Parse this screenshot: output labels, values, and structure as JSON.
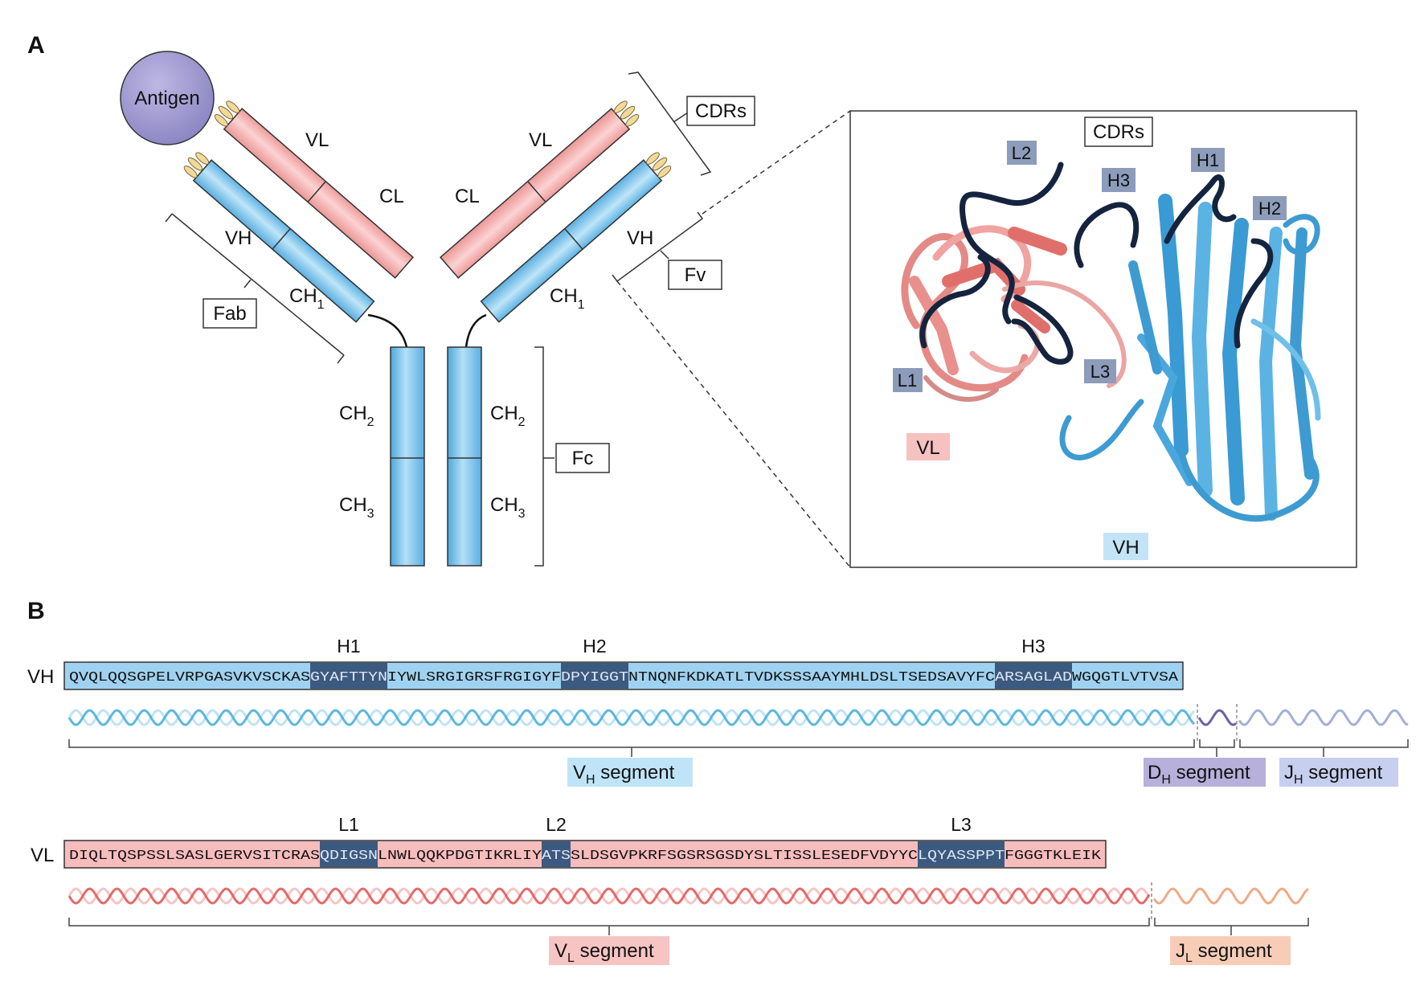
{
  "panels": {
    "a": "A",
    "b": "B"
  },
  "antibody": {
    "antigen": "Antigen",
    "vl_left": "VL",
    "cl_left": "CL",
    "vh_left": "VH",
    "ch1_left_main": "CH",
    "ch1_left_sub": "1",
    "vl_right": "VL",
    "cl_right": "CL",
    "vh_right": "VH",
    "ch1_right_main": "CH",
    "ch1_right_sub": "1",
    "ch2_left_main": "CH",
    "ch2_left_sub": "2",
    "ch3_left_main": "CH",
    "ch3_left_sub": "3",
    "ch2_right_main": "CH",
    "ch2_right_sub": "2",
    "ch3_right_main": "CH",
    "ch3_right_sub": "3",
    "fab": "Fab",
    "fc": "Fc",
    "fv": "Fv",
    "cdrs_outer": "CDRs"
  },
  "structure": {
    "cdrs": "CDRs",
    "labels": {
      "L1": "L1",
      "L2": "L2",
      "L3": "L3",
      "H1": "H1",
      "H2": "H2",
      "H3": "H3"
    },
    "vl": "VL",
    "vh": "VH"
  },
  "sequences": {
    "vh": {
      "chain_label": "VH",
      "parts": [
        {
          "text": "QVQLQQSGPELVRPGASVKVSCKAS",
          "cdr": false
        },
        {
          "text": "GYAFTTYN",
          "cdr": true
        },
        {
          "text": "IYWLSRGIGRSFRGIGYF",
          "cdr": false
        },
        {
          "text": "DPYIGGT",
          "cdr": true
        },
        {
          "text": "NTNQNFKDKATLTVDKSSSAAYMHLDSLTSEDSAVYFC",
          "cdr": false
        },
        {
          "text": "ARSAGLAD",
          "cdr": true
        },
        {
          "text": "WGQGTLVTVSA",
          "cdr": false
        }
      ],
      "cdr_labels": [
        "H1",
        "H2",
        "H3"
      ],
      "segments": {
        "v": {
          "main": "V",
          "sub": "H",
          "rest": " segment"
        },
        "d": {
          "main": "D",
          "sub": "H",
          "rest": " segment"
        },
        "j": {
          "main": "J",
          "sub": "H",
          "rest": " segment"
        }
      }
    },
    "vl": {
      "chain_label": "VL",
      "parts": [
        {
          "text": "DIQLTQSPSSLSASLGERVSITCRAS",
          "cdr": false
        },
        {
          "text": "QDIGSN",
          "cdr": true
        },
        {
          "text": "LNWLQQKPDGTIKRLIY",
          "cdr": false
        },
        {
          "text": "ATS",
          "cdr": true
        },
        {
          "text": "SLDSGVPKRFSGSRSGSDYSLTISSLESEDFVDYYC",
          "cdr": false
        },
        {
          "text": "LQYASSPPT",
          "cdr": true
        },
        {
          "text": "FGGGTKLEIK",
          "cdr": false
        }
      ],
      "cdr_labels": [
        "L1",
        "L2",
        "L3"
      ],
      "segments": {
        "v": {
          "main": "V",
          "sub": "L",
          "rest": " segment"
        },
        "j": {
          "main": "J",
          "sub": "L",
          "rest": " segment"
        }
      }
    }
  },
  "colors": {
    "heavy": "#8ec8ea",
    "heavy_dark": "#4a9fd3",
    "light": "#f2a6a6",
    "light_dark": "#e06464",
    "antigen": "#9d97cc",
    "cdr_box": "#3c5a80",
    "vh_seq_bg": "#9fd2f0",
    "vl_seq_bg": "#f7bcbc",
    "vseg_h_bg": "#bfe4f7",
    "dseg_bg": "#b6b0da",
    "jseg_h_bg": "#c7cfee",
    "vseg_l_bg": "#f7c4c4",
    "jseg_l_bg": "#f8cdb8",
    "struct_vh": "#3d9bd1",
    "struct_vl": "#e48a86",
    "struct_cdr": "#14243e"
  }
}
